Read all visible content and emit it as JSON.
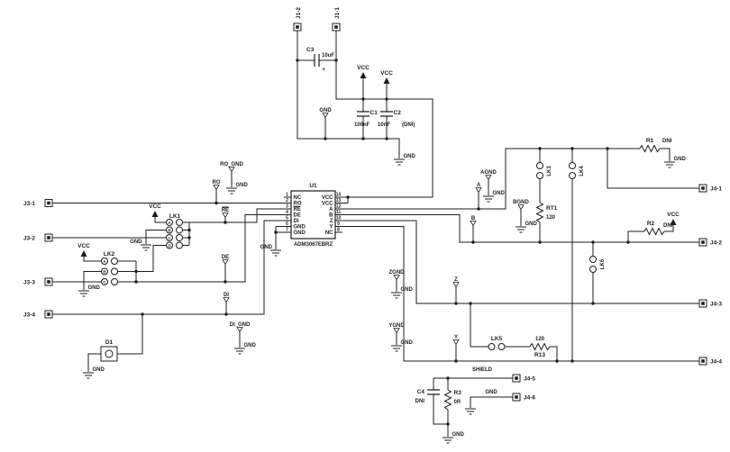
{
  "colors": {
    "ink": "#1c1c1c",
    "background": "#ffffff"
  },
  "schematic": {
    "ic": {
      "ref": "U1",
      "part": "ADM3067EBRZ",
      "left_pins": [
        {
          "num": "1",
          "name": "NC"
        },
        {
          "num": "2",
          "name": "RO"
        },
        {
          "num": "3",
          "name": "RE"
        },
        {
          "num": "4",
          "name": "DE"
        },
        {
          "num": "5",
          "name": "DI"
        },
        {
          "num": "6",
          "name": "GND"
        },
        {
          "num": "7",
          "name": "GND"
        }
      ],
      "right_pins": [
        {
          "num": "14",
          "name": "VCC"
        },
        {
          "num": "13",
          "name": "VCC"
        },
        {
          "num": "12",
          "name": "A"
        },
        {
          "num": "11",
          "name": "B"
        },
        {
          "num": "10",
          "name": "Z"
        },
        {
          "num": "9",
          "name": "Y"
        },
        {
          "num": "8",
          "name": "NC"
        }
      ]
    },
    "connectors": {
      "j1_1": "J1-1",
      "j1_2": "J1-2",
      "j3_1": "J3-1",
      "j3_2": "J3-2",
      "j3_3": "J3-3",
      "j3_4": "J3-4",
      "j4_1": "J4-1",
      "j4_2": "J4-2",
      "j4_3": "J4-3",
      "j4_4": "J4-4",
      "j4_5": "J4-5",
      "j4_6": "J4-6"
    },
    "capacitors": {
      "c1": {
        "ref": "C1",
        "value": "100nF"
      },
      "c2": {
        "ref": "C2",
        "value": "10nF",
        "note": "(DNI)"
      },
      "c3": {
        "ref": "C3",
        "value": "10uF",
        "polarity": "+"
      },
      "c4": {
        "ref": "C4",
        "value": "DNI"
      }
    },
    "resistors": {
      "r1": {
        "ref": "R1",
        "value": "DNI"
      },
      "r2": {
        "ref": "R2",
        "value": "DNI"
      },
      "r3": {
        "ref": "R3",
        "value": "0R"
      },
      "r13": {
        "ref": "R13",
        "value": "120"
      },
      "rt1": {
        "ref": "RT1",
        "value": "120"
      }
    },
    "jumpers": {
      "lk1": {
        "ref": "LK1",
        "options": [
          "A",
          "B",
          "C",
          "D"
        ]
      },
      "lk2": {
        "ref": "LK2",
        "options": [
          "A",
          "B",
          "C"
        ]
      },
      "lk3": {
        "ref": "LK3"
      },
      "lk4": {
        "ref": "LK4"
      },
      "lk5": {
        "ref": "LK5"
      },
      "lk6": {
        "ref": "LK6"
      }
    },
    "diode": {
      "ref": "D1"
    },
    "nets": {
      "vcc": "VCC",
      "gnd": "GND",
      "shield": "SHIELD",
      "ro": "RO",
      "ro_gnd": "RO_GND",
      "re": "RE",
      "de": "DE",
      "di": "DI",
      "di_gnd": "DI_GND",
      "a": "A",
      "b": "B",
      "z": "Z",
      "y": "Y",
      "agnd": "AGND",
      "bgnd": "BGND",
      "zgnd": "ZGND",
      "ygnd": "YGND"
    }
  }
}
